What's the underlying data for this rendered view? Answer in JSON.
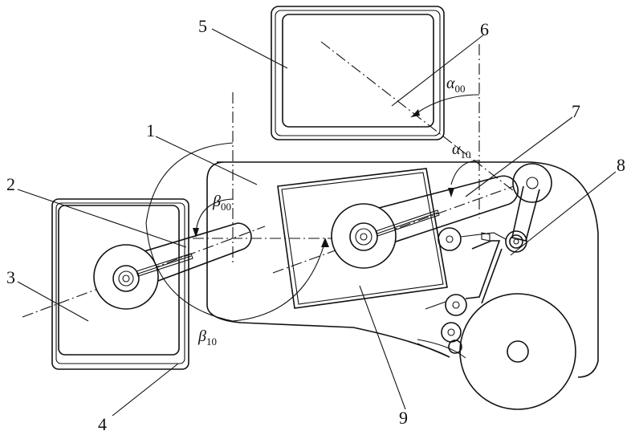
{
  "part_labels": {
    "p1": "1",
    "p2": "2",
    "p3": "3",
    "p4": "4",
    "p5": "5",
    "p6": "6",
    "p7": "7",
    "p8": "8",
    "p9": "9"
  },
  "angles": {
    "alpha00": {
      "symbol": "α",
      "subscript": "00"
    },
    "alpha10": {
      "symbol": "α",
      "subscript": "10"
    },
    "beta00": {
      "symbol": "β",
      "subscript": "00"
    },
    "beta10": {
      "symbol": "β",
      "subscript": "10"
    }
  }
}
